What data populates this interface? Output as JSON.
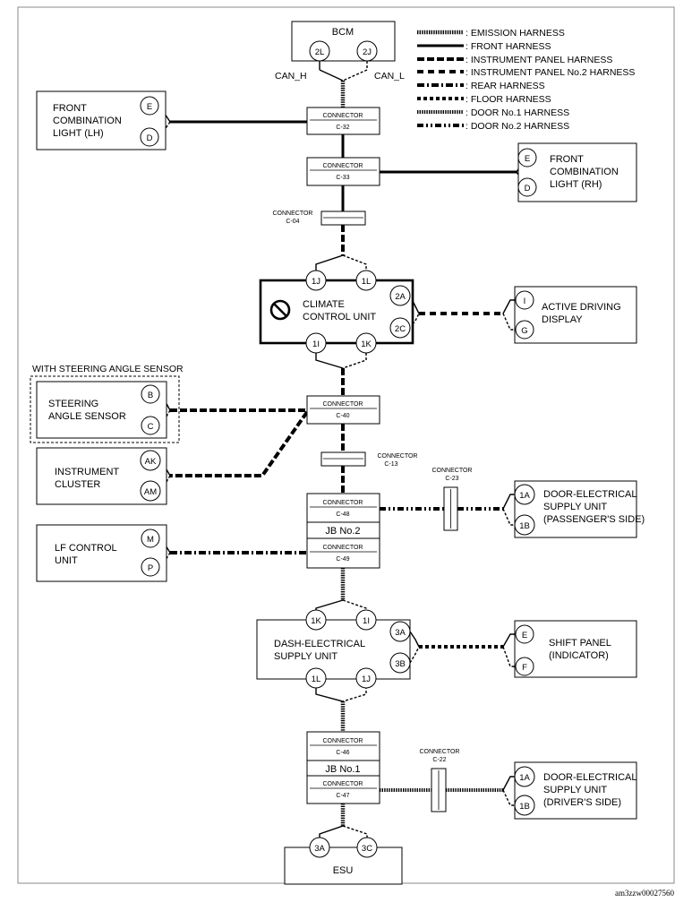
{
  "legend": [
    {
      "style": "emission",
      "label": ": EMISSION HARNESS"
    },
    {
      "style": "front",
      "label": ": FRONT HARNESS"
    },
    {
      "style": "ip",
      "label": ": INSTRUMENT PANEL HARNESS"
    },
    {
      "style": "ip2",
      "label": ": INSTRUMENT PANEL No.2 HARNESS"
    },
    {
      "style": "rear",
      "label": ": REAR HARNESS"
    },
    {
      "style": "floor",
      "label": ": FLOOR HARNESS"
    },
    {
      "style": "door1",
      "label": ": DOOR No.1 HARNESS"
    },
    {
      "style": "door2",
      "label": ": DOOR No.2 HARNESS"
    }
  ],
  "components": {
    "bcm": {
      "title": "BCM",
      "pin_left": "2L",
      "pin_right": "2J",
      "can_h": "CAN_H",
      "can_l": "CAN_L"
    },
    "front_light_lh": {
      "line1": "FRONT",
      "line2": "COMBINATION",
      "line3": "LIGHT (LH)",
      "pin_top": "E",
      "pin_bottom": "D"
    },
    "front_light_rh": {
      "line1": "FRONT",
      "line2": "COMBINATION",
      "line3": "LIGHT (RH)",
      "pin_top": "E",
      "pin_bottom": "D"
    },
    "climate": {
      "line1": "CLIMATE",
      "line2": "CONTROL UNIT",
      "pins": [
        "1J",
        "1L",
        "2A",
        "2C",
        "1I",
        "1K"
      ]
    },
    "active_display": {
      "line1": "ACTIVE DRIVING",
      "line2": "DISPLAY",
      "pin_top": "I",
      "pin_bottom": "G"
    },
    "steering": {
      "group_label": "WITH STEERING ANGLE SENSOR",
      "line1": "STEERING",
      "line2": "ANGLE SENSOR",
      "pin_top": "B",
      "pin_bottom": "C"
    },
    "cluster": {
      "line1": "INSTRUMENT",
      "line2": "CLUSTER",
      "pin_top": "AK",
      "pin_bottom": "AM"
    },
    "lf_control": {
      "line1": "LF CONTROL",
      "line2": "UNIT",
      "pin_top": "M",
      "pin_bottom": "P"
    },
    "desu_passenger": {
      "line1": "DOOR-ELECTRICAL",
      "line2": "SUPPLY UNIT",
      "line3": "(PASSENGER'S SIDE)",
      "pin_top": "1A",
      "pin_bottom": "1B"
    },
    "dash_esu": {
      "line1": "DASH-ELECTRICAL",
      "line2": "SUPPLY UNIT",
      "pins": [
        "1K",
        "1I",
        "3A",
        "3B",
        "1L",
        "1J"
      ]
    },
    "shift_panel": {
      "line1": "SHIFT PANEL",
      "line2": "(INDICATOR)",
      "pin_top": "E",
      "pin_bottom": "F"
    },
    "desu_driver": {
      "line1": "DOOR-ELECTRICAL",
      "line2": "SUPPLY UNIT",
      "line3": "(DRIVER'S SIDE)",
      "pin_top": "1A",
      "pin_bottom": "1B"
    },
    "esu": {
      "title": "ESU",
      "pin_left": "3A",
      "pin_right": "3C"
    }
  },
  "connectors": {
    "word": "CONNECTOR",
    "c32": "C-32",
    "c33": "C-33",
    "c04": "C-04",
    "c40": "C-40",
    "c13": "C-13",
    "c23": "C-23",
    "c48": "C-48",
    "c49": "C-49",
    "c46": "C-46",
    "c47": "C-47",
    "c22": "C-22",
    "jb2": "JB No.2",
    "jb1": "JB No.1"
  },
  "figure_id": "am3zzw00027560"
}
